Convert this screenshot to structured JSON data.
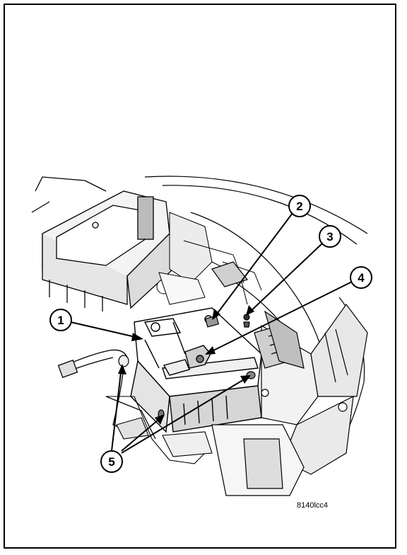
{
  "figure": {
    "figure_id": "8140lcc4",
    "callouts": [
      {
        "id": "callout-1",
        "label": "1"
      },
      {
        "id": "callout-2",
        "label": "2"
      },
      {
        "id": "callout-3",
        "label": "3"
      },
      {
        "id": "callout-4",
        "label": "4"
      },
      {
        "id": "callout-5",
        "label": "5"
      }
    ]
  },
  "colors": {
    "line": "#000000",
    "background": "#ffffff",
    "shade": "#d8d8d8",
    "dark": "#555555"
  }
}
